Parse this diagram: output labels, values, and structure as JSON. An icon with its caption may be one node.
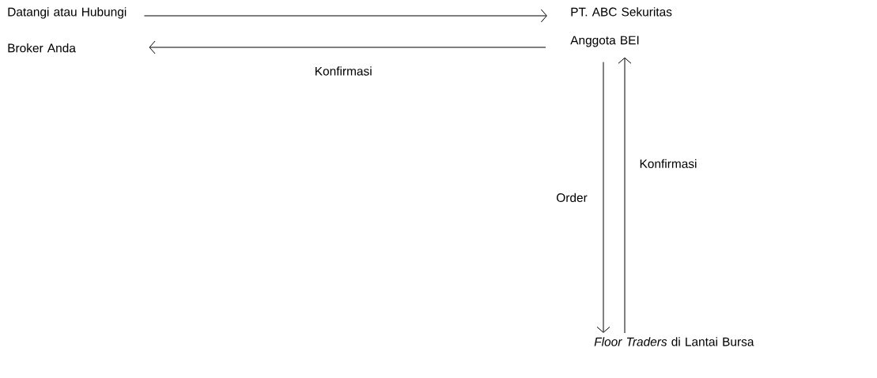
{
  "diagram": {
    "nodes": [
      {
        "text": [
          "Datangi atau Hubungi Broker Anda"
        ]
      },
      {
        "text": [
          "PT. ABC Sekuritas Anggota BEI"
        ]
      },
      {
        "text": [
          "*Floor Traders* di Lantai Bursa"
        ]
      }
    ],
    "edges": [
      {
        "from": 0,
        "to": 1,
        "arrow": "to"
      },
      {
        "from": 1,
        "to": 0,
        "arrow": "to",
        "label": "Konfirmasi"
      },
      {
        "from": 1,
        "to": 2,
        "arrow": "to",
        "label": "Order"
      },
      {
        "from": 2,
        "to": 1,
        "arrow": "to",
        "label": "Konfirmasi"
      }
    ]
  }
}
